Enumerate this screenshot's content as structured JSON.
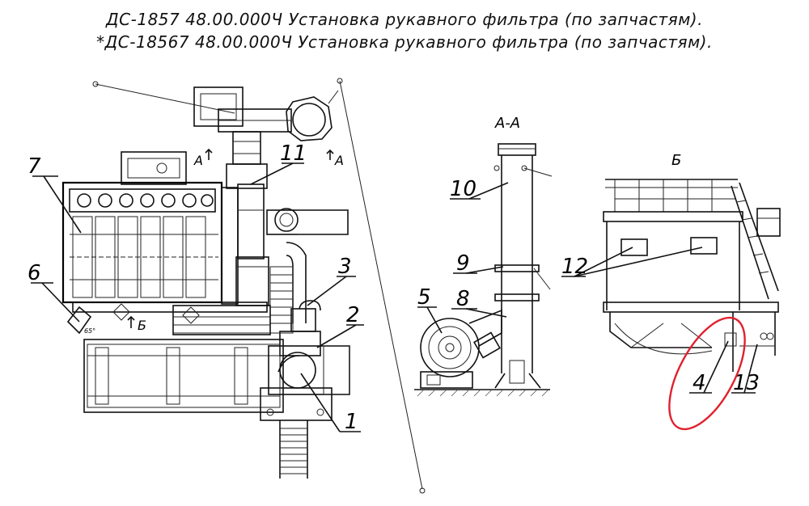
{
  "title_line1": "ДС-1857 48.00.000Ч Установка рукавного фильтра  (по запчастям).",
  "title_line2": "*ДС-18567 48.00.000Ч Установка рукавного фильтра (по запчастям).",
  "section_label": "А-А",
  "view_label": "Б",
  "section_mark_left": "А",
  "section_mark_right": "А",
  "view_mark": "Б",
  "angle_note": "65°",
  "callouts": [
    "1",
    "2",
    "3",
    "4",
    "5",
    "6",
    "7",
    "8",
    "9",
    "10",
    "11",
    "12",
    "13"
  ],
  "highlight_color": "#e0212e"
}
